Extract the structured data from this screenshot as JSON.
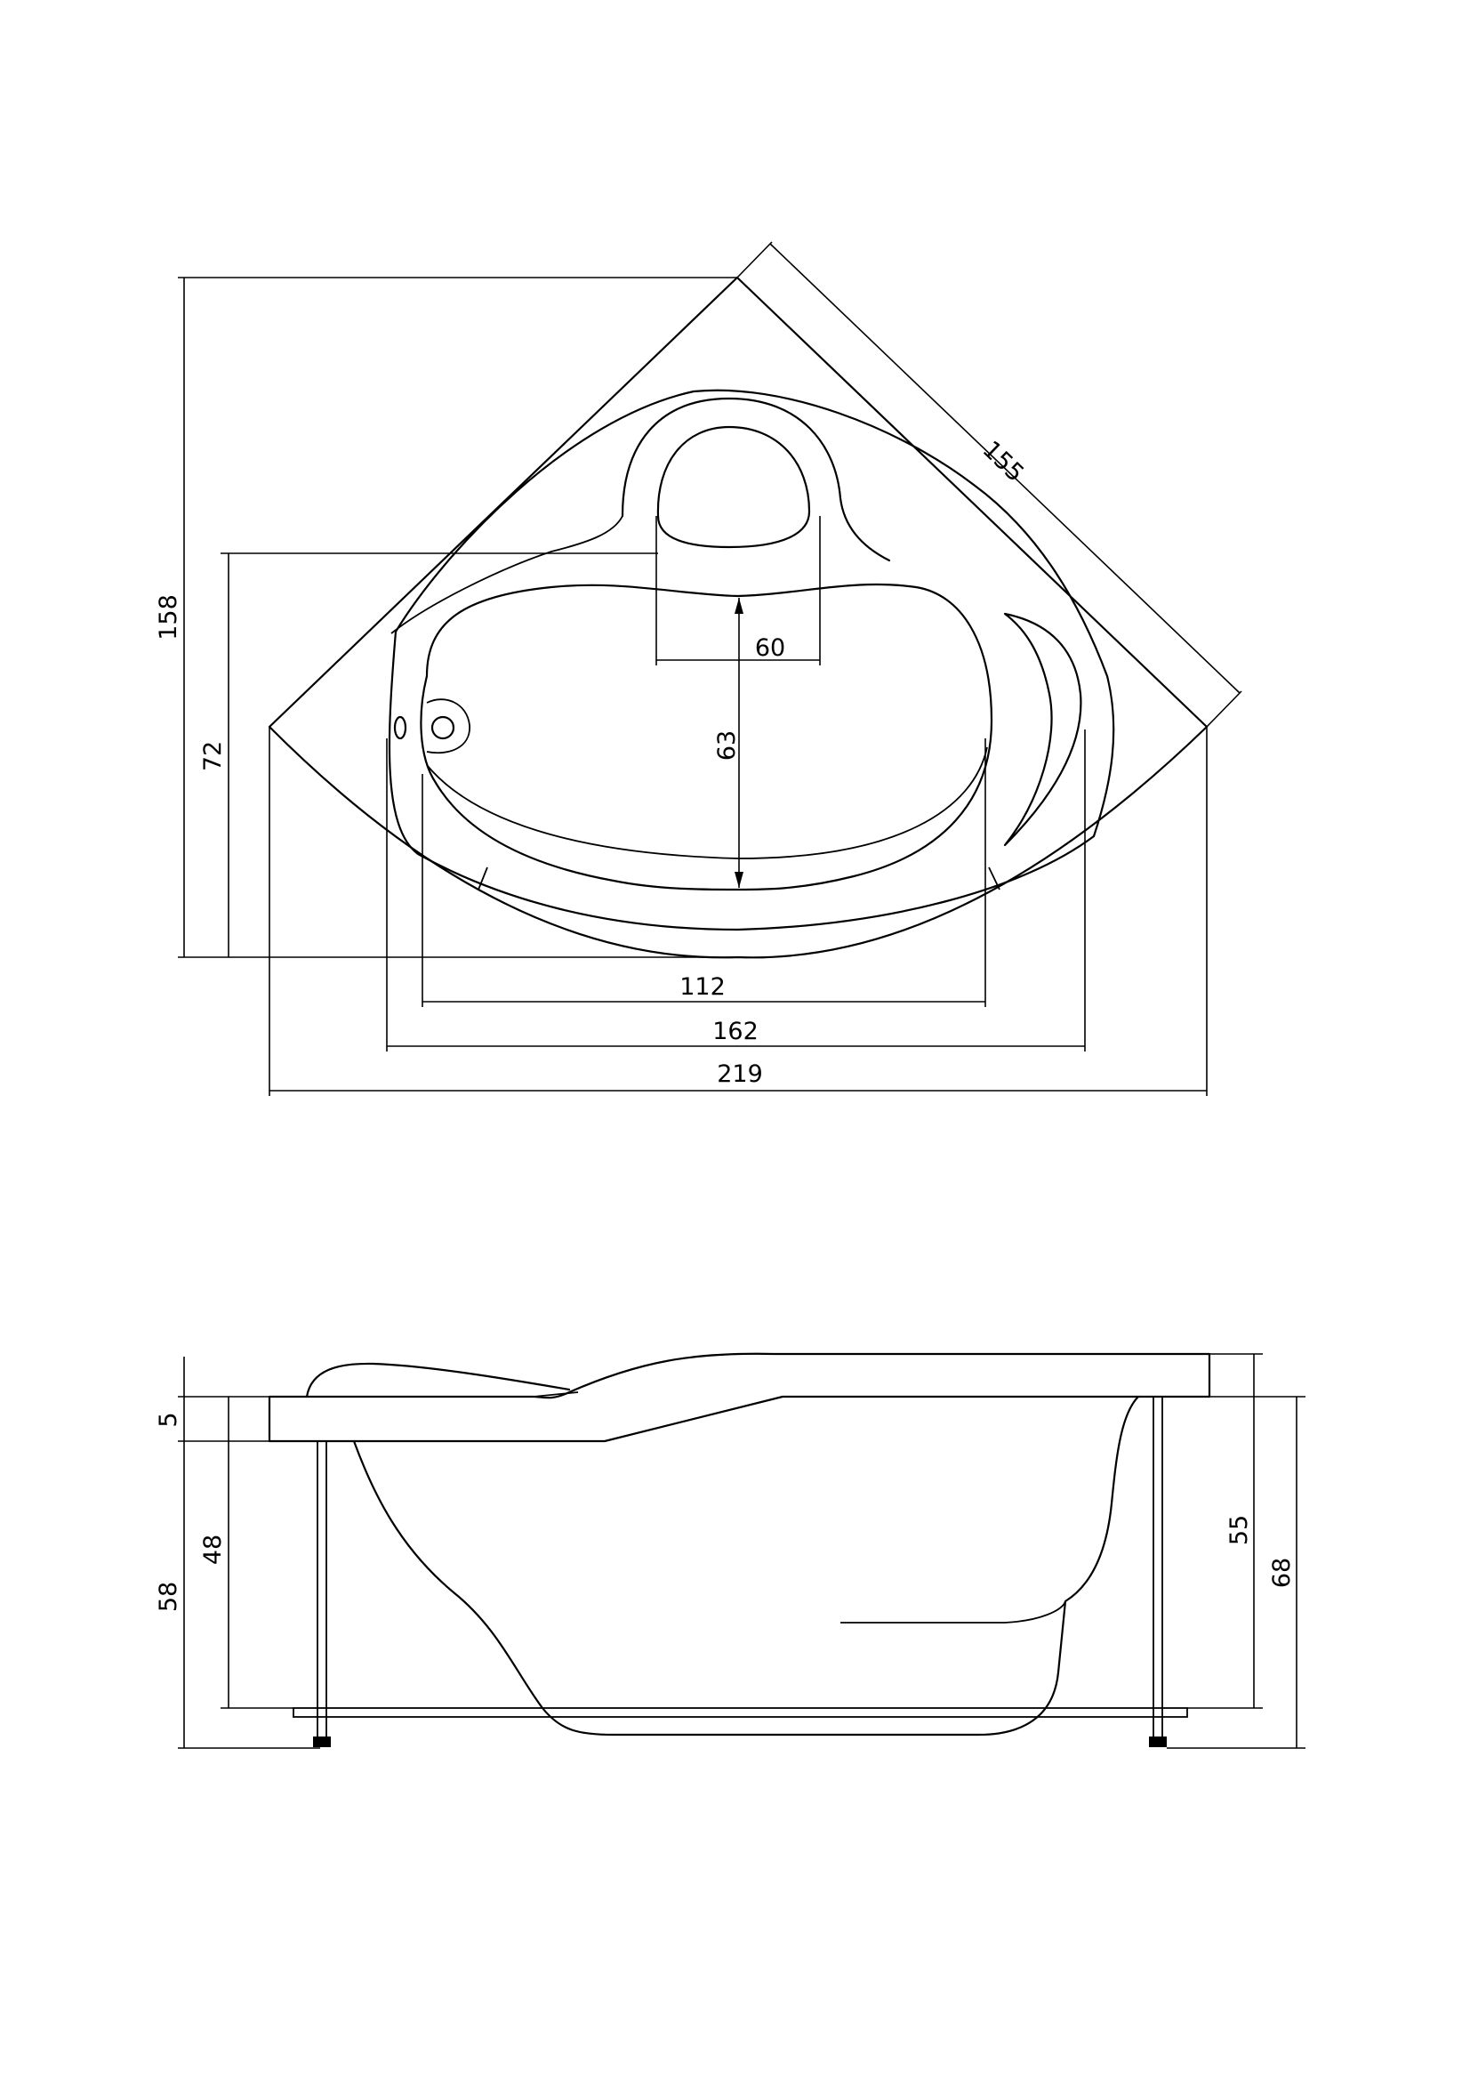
{
  "plan_view": {
    "dimensions": {
      "diagonal_side": "155",
      "total_depth": "158",
      "inner_depth": "72",
      "headrest_width": "60",
      "basin_depth": "63",
      "basin_width": "112",
      "inner_width": "162",
      "total_width": "219"
    }
  },
  "side_view": {
    "dimensions": {
      "rim_thickness": "5",
      "left_height": "58",
      "basin_height": "48",
      "right_inner_height": "55",
      "total_height": "68"
    }
  }
}
